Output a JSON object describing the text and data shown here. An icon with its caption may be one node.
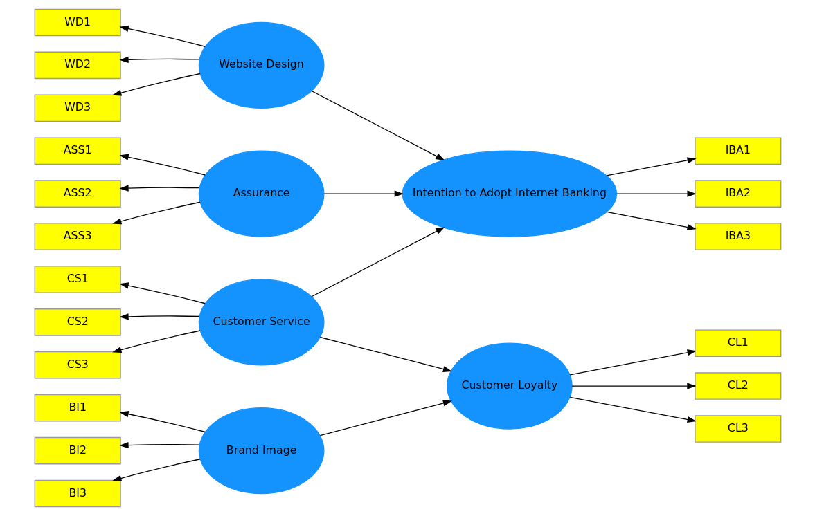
{
  "diagram": {
    "nodes": [
      {
        "text": [
          "WD1"
        ]
      },
      {
        "text": [
          "WD2"
        ]
      },
      {
        "text": [
          "WD3"
        ]
      },
      {
        "text": [
          "Website Design"
        ]
      },
      {
        "text": [
          "IBA1"
        ]
      },
      {
        "text": [
          "IBA2"
        ]
      },
      {
        "text": [
          "IBA3"
        ]
      },
      {
        "text": [
          "ASS1"
        ]
      },
      {
        "text": [
          "ASS2"
        ]
      },
      {
        "text": [
          "ASS3"
        ]
      },
      {
        "text": [
          "Assurance"
        ]
      },
      {
        "text": [
          "Intention to Adopt Internet Banking"
        ]
      },
      {
        "text": [
          "CS1"
        ]
      },
      {
        "text": [
          "CS2"
        ]
      },
      {
        "text": [
          "CS3"
        ]
      },
      {
        "text": [
          "Customer Service"
        ]
      },
      {
        "text": [
          "BI1"
        ]
      },
      {
        "text": [
          "BI2"
        ]
      },
      {
        "text": [
          "BI3"
        ]
      },
      {
        "text": [
          "Brand Image"
        ]
      },
      {
        "text": [
          "CL1"
        ]
      },
      {
        "text": [
          "CL2"
        ]
      },
      {
        "text": [
          "CL3"
        ]
      },
      {
        "text": [
          "Customer Loyalty"
        ]
      }
    ],
    "edges": [
      {
        "from": 3,
        "to": 0,
        "arrow": "to"
      },
      {
        "from": 3,
        "to": 1,
        "arrow": "to"
      },
      {
        "from": 3,
        "to": 2,
        "arrow": "to"
      },
      {
        "from": 3,
        "to": 11,
        "arrow": "to"
      },
      {
        "from": 10,
        "to": 7,
        "arrow": "to"
      },
      {
        "from": 10,
        "to": 8,
        "arrow": "to"
      },
      {
        "from": 10,
        "to": 9,
        "arrow": "to"
      },
      {
        "from": 10,
        "to": 11,
        "arrow": "to"
      },
      {
        "from": 11,
        "to": 4,
        "arrow": "to"
      },
      {
        "from": 11,
        "to": 5,
        "arrow": "to"
      },
      {
        "from": 11,
        "to": 6,
        "arrow": "to"
      },
      {
        "from": 15,
        "to": 12,
        "arrow": "to"
      },
      {
        "from": 15,
        "to": 13,
        "arrow": "to"
      },
      {
        "from": 15,
        "to": 14,
        "arrow": "to"
      },
      {
        "from": 15,
        "to": 11,
        "arrow": "to"
      },
      {
        "from": 15,
        "to": 23,
        "arrow": "to"
      },
      {
        "from": 19,
        "to": 16,
        "arrow": "to"
      },
      {
        "from": 19,
        "to": 17,
        "arrow": "to"
      },
      {
        "from": 19,
        "to": 18,
        "arrow": "to"
      },
      {
        "from": 19,
        "to": 23,
        "arrow": "to"
      },
      {
        "from": 23,
        "to": 20,
        "arrow": "to"
      },
      {
        "from": 23,
        "to": 21,
        "arrow": "to"
      },
      {
        "from": 23,
        "to": 22,
        "arrow": "to"
      }
    ]
  }
}
